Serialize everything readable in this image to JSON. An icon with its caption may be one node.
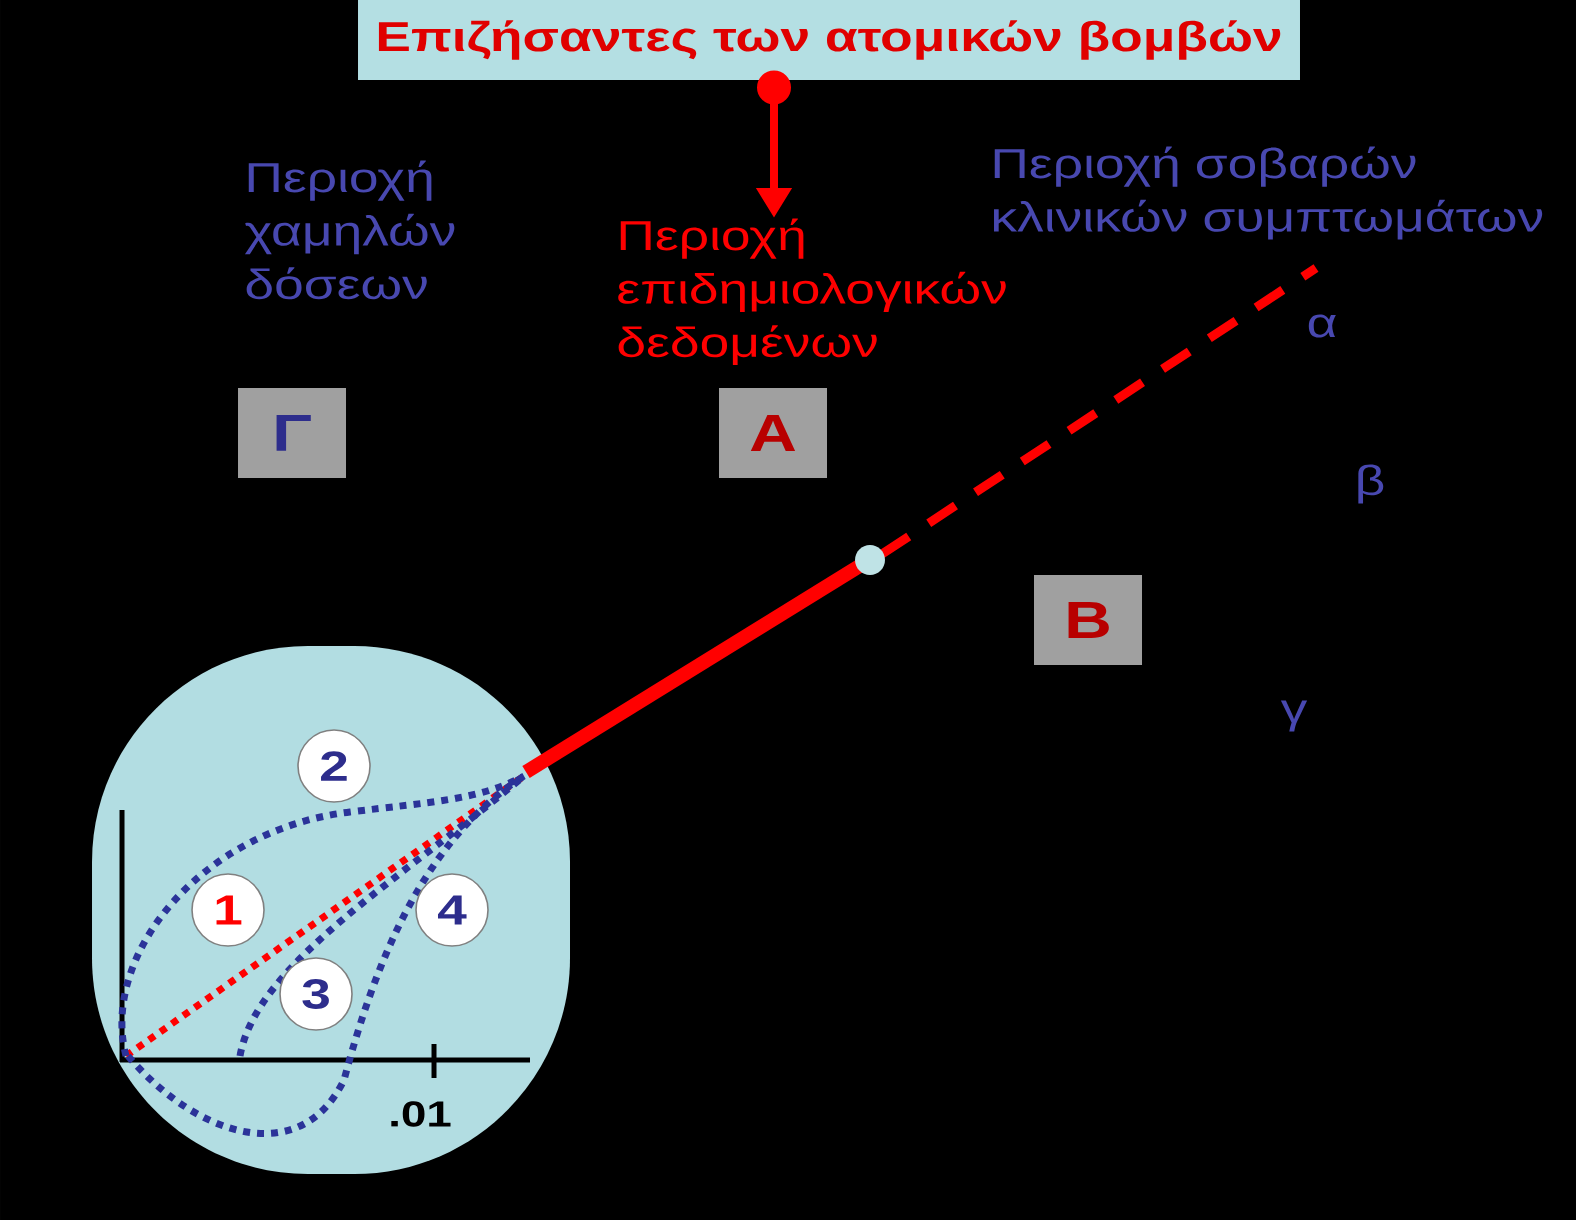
{
  "diagram": {
    "nodes": [
      {
        "text": [
          "Επιζήσαντες των ατομικών βομβών"
        ]
      },
      {
        "text": [
          "Περιοχή επιδημιολογικών δεδομένων"
        ]
      },
      {
        "text": [
          "Γ"
        ]
      },
      {
        "text": [
          "Α"
        ]
      },
      {
        "text": [
          "Β"
        ]
      },
      {
        "text": [],
        "shape": "circle"
      },
      {
        "text": [
          "2"
        ],
        "in": 5
      },
      {
        "text": [
          "1"
        ],
        "in": 5
      },
      {
        "text": [
          "4"
        ],
        "in": 5
      },
      {
        "text": [
          "3"
        ],
        "in": 5
      }
    ],
    "edges": [
      {
        "from": 0,
        "to": 1,
        "arrow": "to"
      }
    ],
    "labels": [
      "Περιοχή χαμηλών δόσεων",
      "Περιοχή σοβαρών κλινικών συμπτωμάτων",
      "α",
      "β",
      "γ",
      ".01"
    ]
  }
}
